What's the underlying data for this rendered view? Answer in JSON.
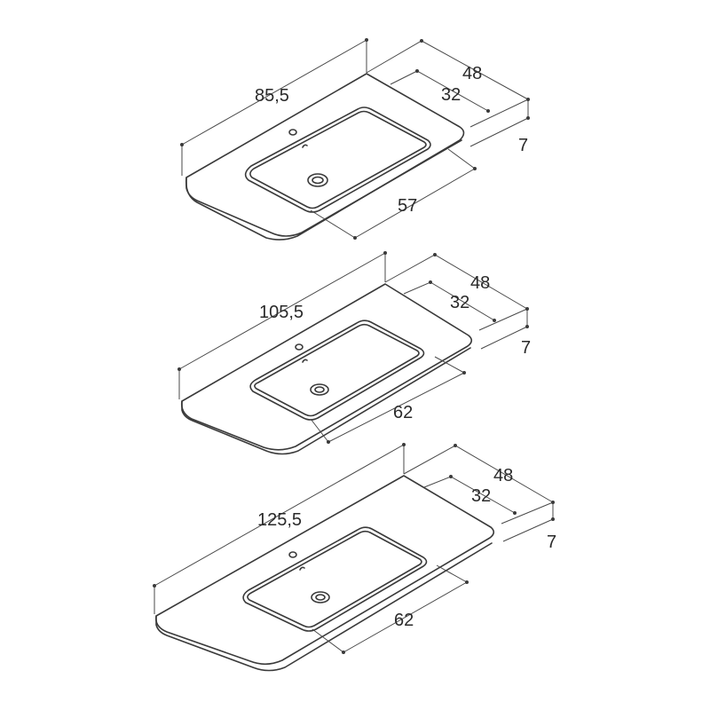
{
  "basins": [
    {
      "id": "basin-85",
      "width_label": "85,5",
      "depth_label": "48",
      "bowl_depth_label": "32",
      "height_label": "7",
      "bowl_width_label": "57"
    },
    {
      "id": "basin-105",
      "width_label": "105,5",
      "depth_label": "48",
      "bowl_depth_label": "32",
      "height_label": "7",
      "bowl_width_label": "62"
    },
    {
      "id": "basin-125",
      "width_label": "125,5",
      "depth_label": "48",
      "bowl_depth_label": "32",
      "height_label": "7",
      "bowl_width_label": "62"
    }
  ],
  "colors": {
    "stroke": "#3a3a3a",
    "background": "#ffffff"
  }
}
